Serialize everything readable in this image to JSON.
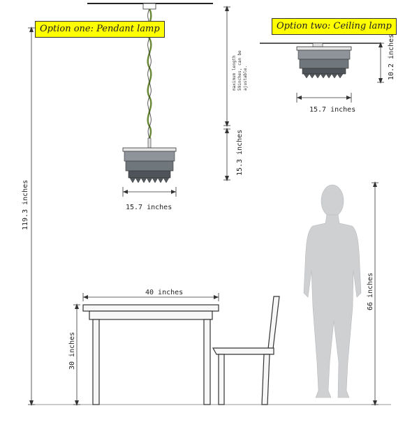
{
  "labels": {
    "option_one": "Option one: Pendant lamp",
    "option_two": "Option two: Ceiling lamp"
  },
  "dimensions": {
    "total_height": "119.3 inches",
    "pendant_width": "15.7 inches",
    "pendant_height": "15.3 inches",
    "ceiling_width": "15.7 inches",
    "ceiling_height": "10.2 inches",
    "table_width": "40 inches",
    "table_height": "30 inches",
    "person_height": "66 inches"
  },
  "chain_note": {
    "line1": "maximum length",
    "line2": "59inches, can be",
    "line3": "ajustable."
  },
  "colors": {
    "label_bg": "#ffff00",
    "line": "#222222",
    "chain": "#6b8a3a",
    "person": "#cfd0d2",
    "furniture_fill": "#f7f7f7"
  }
}
